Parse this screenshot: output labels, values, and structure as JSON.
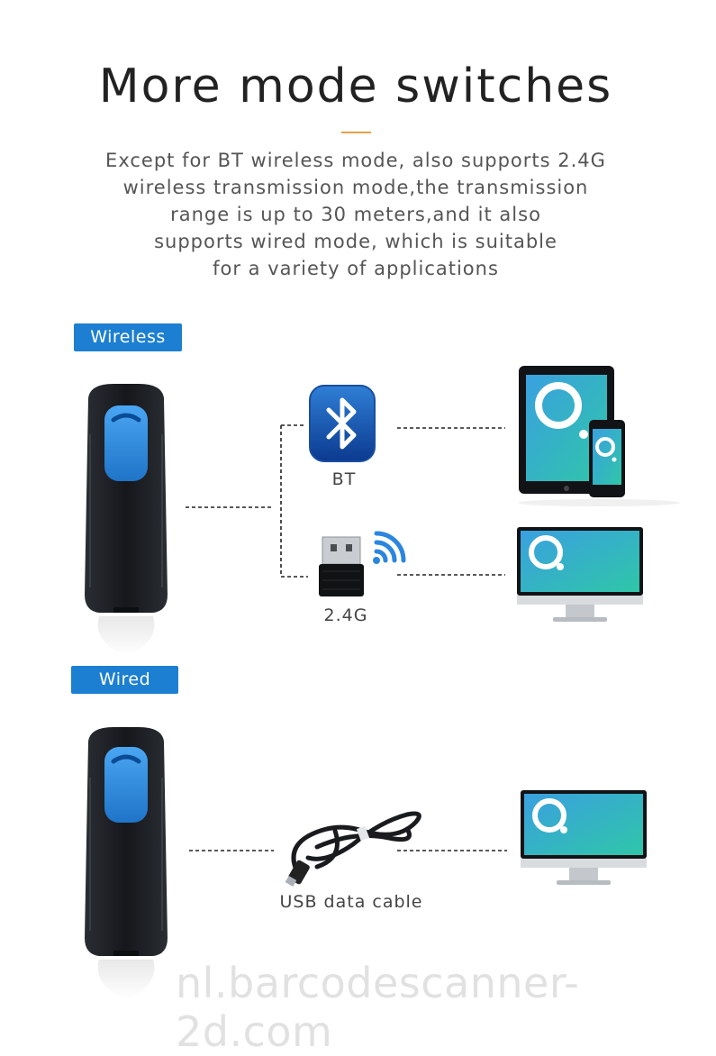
{
  "header": {
    "title": "More mode switches",
    "description_lines": [
      "Except for BT wireless mode, also supports 2.4G",
      "wireless transmission mode,the transmission",
      "range is up to 30 meters,and it also",
      "supports wired mode, which is suitable",
      "for a variety of applications"
    ]
  },
  "wireless": {
    "badge": "Wireless",
    "bt_label": "BT",
    "dongle_label": "2.4G"
  },
  "wired": {
    "badge": "Wired",
    "cable_label": "USB data cable"
  },
  "watermark": "nl.barcodescanner-2d.com",
  "colors": {
    "accent_blue": "#1c7fd1",
    "title_rule": "#e8a04a",
    "scanner_body": "#1a1c20",
    "scanner_button": "#2f8de4"
  }
}
